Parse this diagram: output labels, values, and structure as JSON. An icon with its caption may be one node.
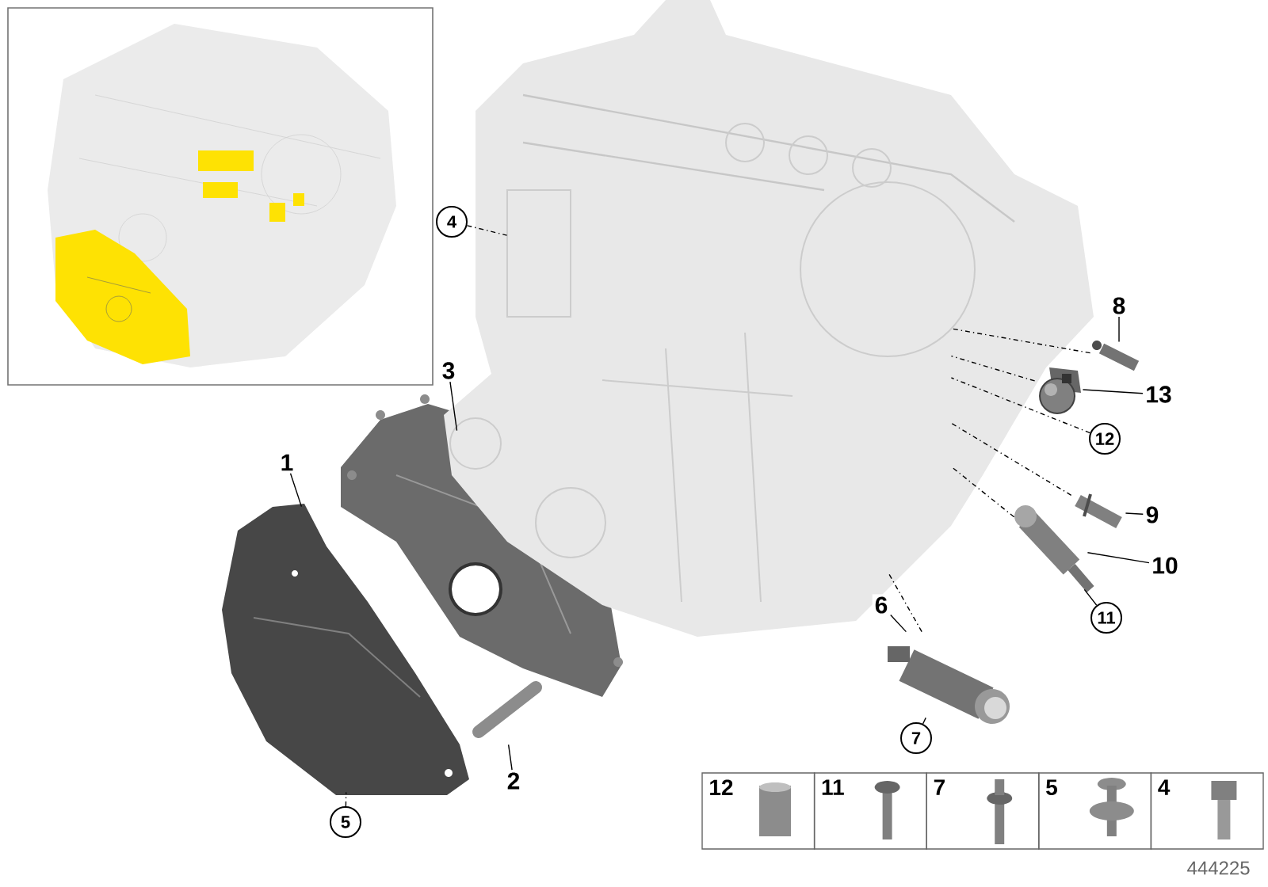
{
  "diagram": {
    "nodes": [
      {
        "text": [
          "1"
        ]
      },
      {
        "text": [],
        "shape": "picture"
      },
      {
        "text": [
          "2"
        ]
      },
      {
        "text": [],
        "shape": "picture"
      },
      {
        "text": [
          "3"
        ]
      },
      {
        "text": [],
        "shape": "picture"
      },
      {
        "text": [
          "4"
        ]
      },
      {
        "text": [],
        "shape": "picture"
      },
      {
        "text": [
          "5"
        ]
      },
      {
        "text": [
          "6"
        ]
      },
      {
        "text": [],
        "shape": "picture"
      },
      {
        "text": [
          "7"
        ]
      },
      {
        "text": [
          "8"
        ]
      },
      {
        "text": [],
        "shape": "picture"
      },
      {
        "text": [
          "9"
        ]
      },
      {
        "text": [],
        "shape": "picture"
      },
      {
        "text": [
          "10"
        ]
      },
      {
        "text": [],
        "shape": "picture"
      },
      {
        "text": [
          "11"
        ]
      },
      {
        "text": [
          "12"
        ]
      },
      {
        "text": [
          "13"
        ]
      },
      {
        "text": [],
        "shape": "picture"
      },
      {
        "text": [],
        "shape": "picture"
      }
    ],
    "edges": [
      {
        "from": 0,
        "to": 1,
        "arrow": "none"
      },
      {
        "from": 2,
        "to": 3,
        "arrow": "none"
      },
      {
        "from": 4,
        "to": 5,
        "arrow": "none"
      },
      {
        "from": 6,
        "to": 7,
        "arrow": "none",
        "style": "dashed"
      },
      {
        "from": 8,
        "to": 1,
        "arrow": "none",
        "style": "dashed"
      },
      {
        "from": 9,
        "to": 10,
        "arrow": "none"
      },
      {
        "from": 11,
        "to": 10,
        "arrow": "none"
      },
      {
        "from": 10,
        "to": 7,
        "arrow": "none",
        "style": "dashed"
      },
      {
        "from": 12,
        "to": 13,
        "arrow": "none"
      },
      {
        "from": 13,
        "to": 7,
        "arrow": "none",
        "style": "dashed"
      },
      {
        "from": 14,
        "to": 15,
        "arrow": "none"
      },
      {
        "from": 15,
        "to": 7,
        "arrow": "none",
        "style": "dashed"
      },
      {
        "from": 16,
        "to": 17,
        "arrow": "none"
      },
      {
        "from": 17,
        "to": 7,
        "arrow": "none",
        "style": "dashed"
      },
      {
        "from": 18,
        "to": 17,
        "arrow": "none"
      },
      {
        "from": 19,
        "to": 7,
        "arrow": "none",
        "style": "dashed"
      },
      {
        "from": 20,
        "to": 21,
        "arrow": "none"
      },
      {
        "from": 21,
        "to": 7,
        "arrow": "none",
        "style": "dashed"
      }
    ],
    "labels": [
      "12",
      "11",
      "7",
      "5",
      "4",
      "444225"
    ]
  }
}
